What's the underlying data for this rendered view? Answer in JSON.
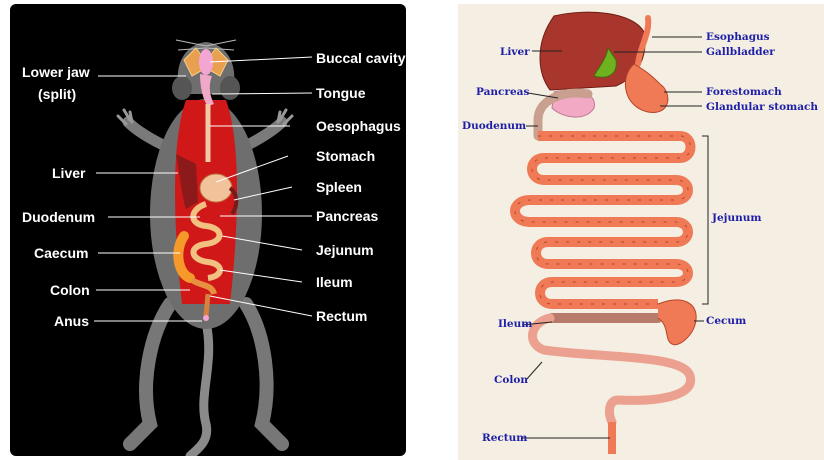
{
  "left_diagram": {
    "labels_left": {
      "lower_jaw_line1": "Lower jaw",
      "lower_jaw_line2": "(split)",
      "liver": "Liver",
      "duodenum": "Duodenum",
      "caecum": "Caecum",
      "colon": "Colon",
      "anus": "Anus"
    },
    "labels_right": {
      "buccal_cavity": "Buccal cavity",
      "tongue": "Tongue",
      "oesophagus": "Oesophagus",
      "stomach": "Stomach",
      "spleen": "Spleen",
      "pancreas": "Pancreas",
      "jejunum": "Jejunum",
      "ileum": "Ileum",
      "rectum": "Rectum"
    }
  },
  "right_diagram": {
    "labels": {
      "esophagus": "Esophagus",
      "liver": "Liver",
      "gallbladder": "Gallbladder",
      "pancreas": "Pancreas",
      "forestomach": "Forestomach",
      "glandular_stomach": "Glandular stomach",
      "duodenum": "Duodenum",
      "jejunum": "Jejunum",
      "ileum": "Ileum",
      "cecum": "Cecum",
      "colon": "Colon",
      "rectum": "Rectum"
    }
  },
  "colors": {
    "left_background": "#000000",
    "left_label": "#ffffff",
    "right_background": "#f4efe2",
    "right_label": "#1e1ea8",
    "intestine": "#ef7a55",
    "intestine_outline": "#b5452a",
    "liver": "#a8362c",
    "pancreas": "#f1a9c4",
    "gallbladder": "#6fb21f"
  }
}
